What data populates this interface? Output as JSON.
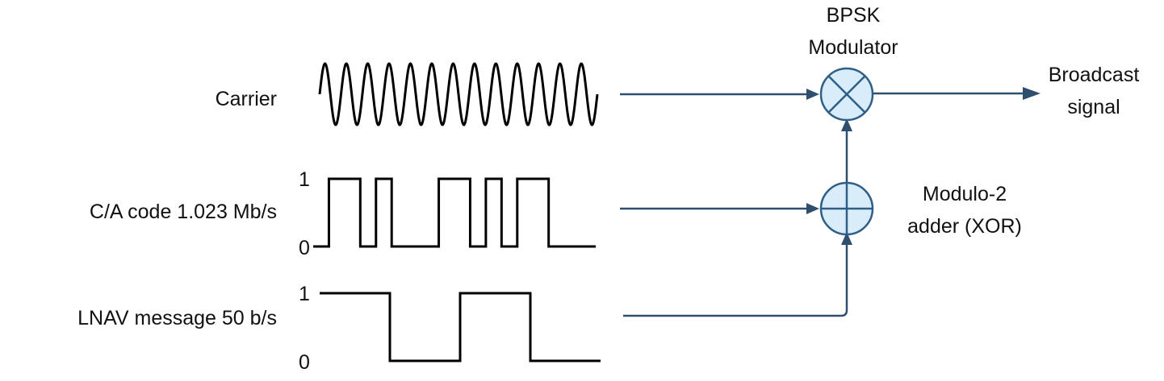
{
  "signals": {
    "carrier": {
      "label": "Carrier",
      "cycles": 13
    },
    "ca_code": {
      "label": "C/A code 1.023 Mb/s",
      "level_high": "1",
      "level_low": "0",
      "bits": [
        0,
        1,
        1,
        0,
        1,
        0,
        0,
        0,
        1,
        1,
        0,
        1,
        0,
        1,
        1,
        0,
        0,
        0
      ]
    },
    "lnav": {
      "label": "LNAV message 50 b/s",
      "level_high": "1",
      "level_low": "0",
      "bits": [
        1,
        0,
        1,
        0
      ]
    }
  },
  "blocks": {
    "bpsk": {
      "label_line1": "BPSK",
      "label_line2": "Modulator",
      "symbol": "⊗"
    },
    "xor": {
      "label_line1": "Modulo-2",
      "label_line2": "adder (XOR)",
      "symbol": "⊕"
    }
  },
  "output": {
    "label_line1": "Broadcast",
    "label_line2": "signal"
  },
  "colors": {
    "waveform": "#000000",
    "flow": "#2f4f6f",
    "node_fill": "#d8ecfa",
    "node_stroke": "#2f5f86"
  }
}
